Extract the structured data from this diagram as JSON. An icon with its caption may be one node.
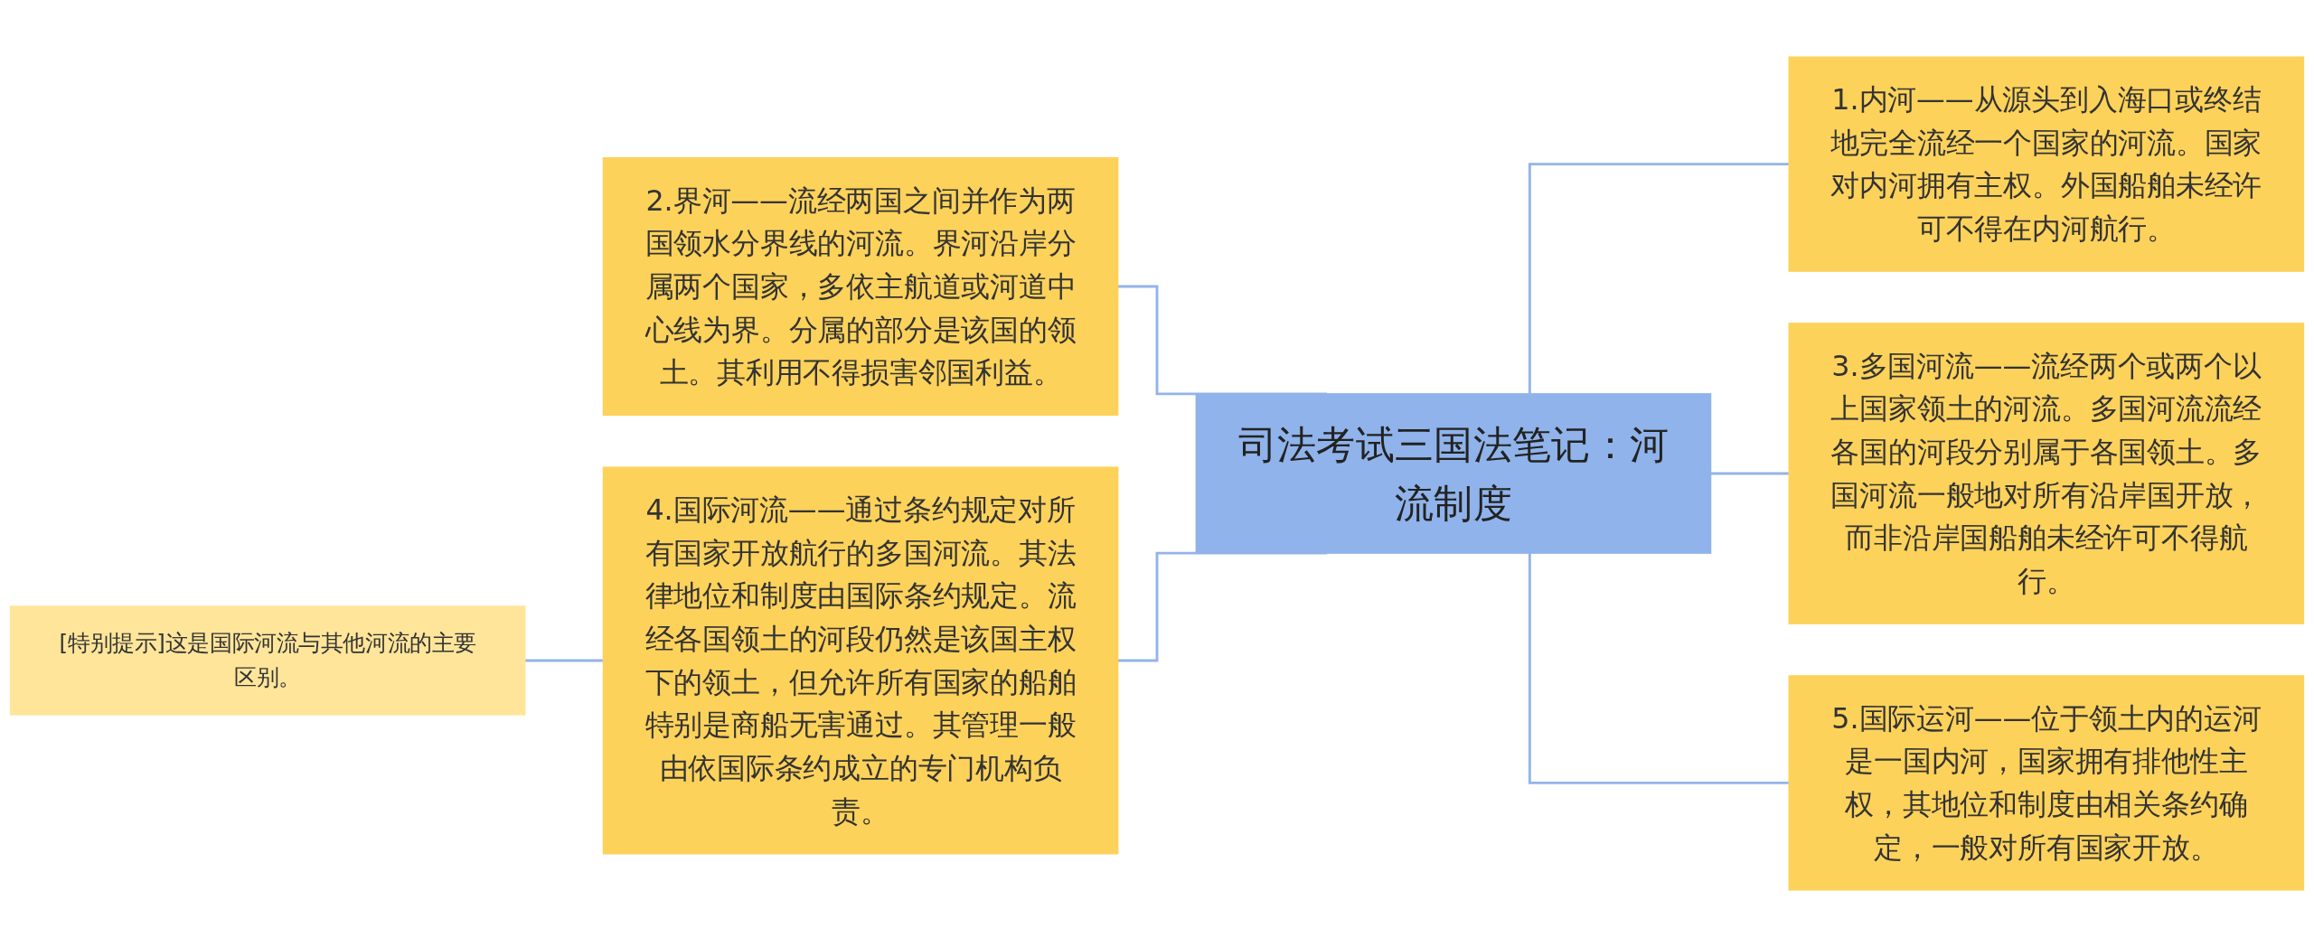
{
  "diagram": {
    "nodes": [
      {
        "text": [
          "司法考试三国法笔记：河流制度"
        ]
      },
      {
        "text": [
          "1.内河——从源头到入海口或终结地完全流经一个国家的河流。国家对内河拥有主权。外国船舶未经许可不得在内河航行。"
        ]
      },
      {
        "text": [
          "2.界河——流经两国之间并作为两国领水分界线的河流。界河沿岸分属两个国家，多依主航道或河道中心线为界。分属的部分是该国的领土。其利用不得损害邻国利益。"
        ]
      },
      {
        "text": [
          "3.多国河流——流经两个或两个以上国家领土的河流。多国河流流经各国的河段分别属于各国领土。多国河流一般地对所有沿岸国开放，而非沿岸国船舶未经许可不得航行。"
        ]
      },
      {
        "text": [
          "4.国际河流——通过条约规定对所有国家开放航行的多国河流。其法律地位和制度由国际条约规定。流经各国领土的河段仍然是该国主权下的领土，但允许所有国家的船舶特别是商船无害通过。其管理一般由依国际条约成立的专门机构负责。"
        ]
      },
      {
        "text": [
          "[特别提示]这是国际河流与其他河流的主要区别。"
        ]
      },
      {
        "text": [
          "5.国际运河——位于领土内的运河是一国内河，国家拥有排他性主权，其地位和制度由相关条约确定，一般对所有国家开放。"
        ]
      }
    ],
    "edges": [
      {
        "from": 0,
        "to": 1,
        "arrow": "none"
      },
      {
        "from": 0,
        "to": 2,
        "arrow": "none"
      },
      {
        "from": 0,
        "to": 3,
        "arrow": "none"
      },
      {
        "from": 0,
        "to": 4,
        "arrow": "none"
      },
      {
        "from": 4,
        "to": 5,
        "arrow": "none"
      },
      {
        "from": 0,
        "to": 6,
        "arrow": "none"
      }
    ]
  }
}
